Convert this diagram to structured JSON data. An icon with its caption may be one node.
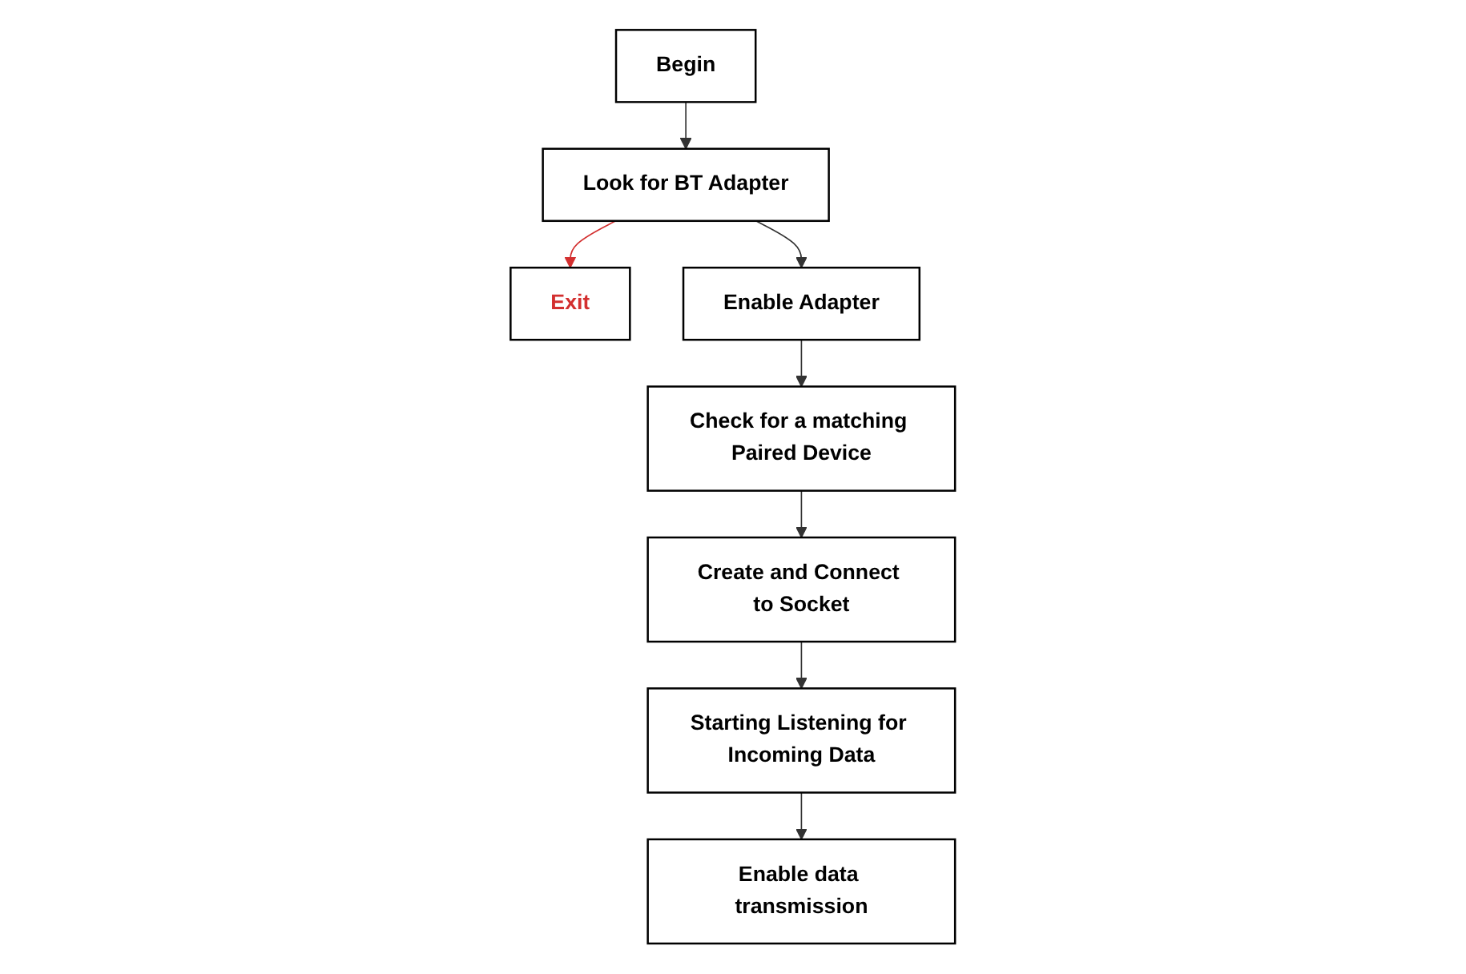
{
  "diagram": {
    "nodes": [
      {
        "text": [
          "Begin"
        ]
      },
      {
        "text": [
          "Look for BT Adapter"
        ]
      },
      {
        "text": [
          "Exit"
        ]
      },
      {
        "text": [
          "Enable Adapter"
        ]
      },
      {
        "text": [
          "Check for a matching Paired Device"
        ]
      },
      {
        "text": [
          "Create and Connect to Socket"
        ]
      },
      {
        "text": [
          "Starting Listening for Incoming Data"
        ]
      },
      {
        "text": [
          "Enable data transmission"
        ]
      }
    ],
    "edges": [
      {
        "from": 0,
        "to": 1,
        "arrow": "to"
      },
      {
        "from": 1,
        "to": 2,
        "arrow": "to",
        "color": "#d32f2f"
      },
      {
        "from": 1,
        "to": 3,
        "arrow": "to"
      },
      {
        "from": 3,
        "to": 4,
        "arrow": "to"
      },
      {
        "from": 4,
        "to": 5,
        "arrow": "to"
      },
      {
        "from": 5,
        "to": 6,
        "arrow": "to"
      },
      {
        "from": 6,
        "to": 7,
        "arrow": "to"
      }
    ]
  }
}
